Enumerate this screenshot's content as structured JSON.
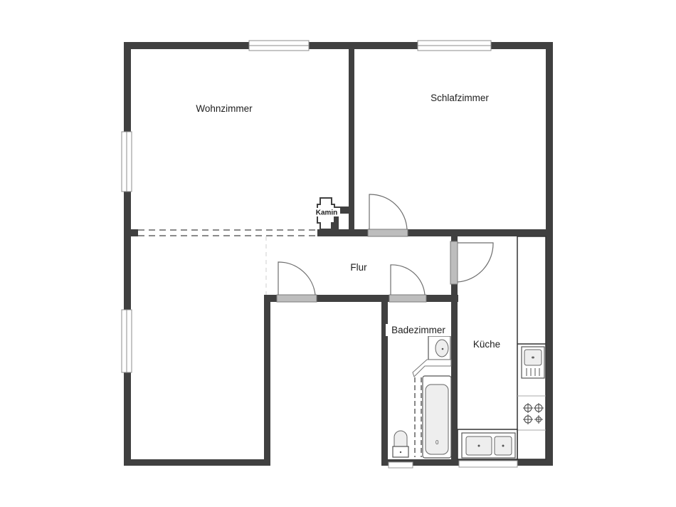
{
  "floorplan": {
    "rooms": [
      {
        "id": "wohnzimmer",
        "label": "Wohnzimmer"
      },
      {
        "id": "schlafzimmer",
        "label": "Schlafzimmer"
      },
      {
        "id": "flur",
        "label": "Flur"
      },
      {
        "id": "badezimmer",
        "label": "Badezimmer"
      },
      {
        "id": "kueche",
        "label": "Küche"
      }
    ],
    "fixtures": {
      "kamin": "Kamin"
    },
    "colors": {
      "wall": "#404040",
      "door": "#bdbdbd",
      "background": "#ffffff"
    }
  }
}
